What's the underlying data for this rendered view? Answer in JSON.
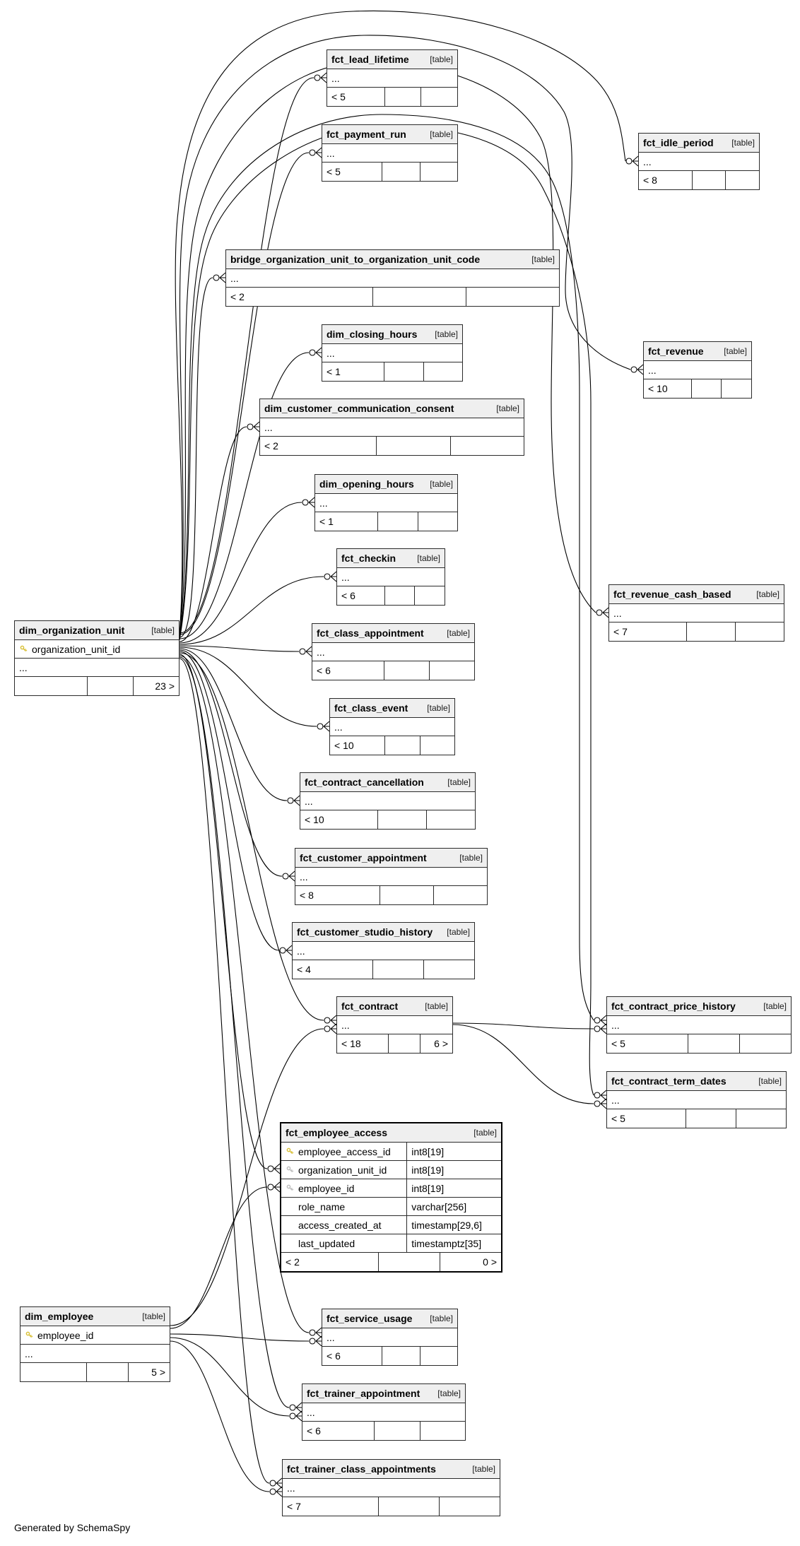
{
  "diagram": {
    "footer_note": "Generated by SchemaSpy"
  },
  "colors": {
    "primary_key": "#d9c13b",
    "foreign_key": "#bfbfbf"
  },
  "tables": [
    {
      "id": "fct_lead_lifetime",
      "name": "fct_lead_lifetime",
      "type_label": "[table]",
      "columns": [],
      "ellipsis": "...",
      "footer": [
        "< 5",
        "",
        ""
      ],
      "highlighted": false
    },
    {
      "id": "fct_payment_run",
      "name": "fct_payment_run",
      "type_label": "[table]",
      "columns": [],
      "ellipsis": "...",
      "footer": [
        "< 5",
        "",
        ""
      ],
      "highlighted": false
    },
    {
      "id": "fct_idle_period",
      "name": "fct_idle_period",
      "type_label": "[table]",
      "columns": [],
      "ellipsis": "...",
      "footer": [
        "< 8",
        "",
        ""
      ],
      "highlighted": false
    },
    {
      "id": "bridge_organization_unit_to_organization_unit_code",
      "name": "bridge_organization_unit_to_organization_unit_code",
      "type_label": "[table]",
      "columns": [],
      "ellipsis": "...",
      "footer": [
        "< 2",
        "",
        ""
      ],
      "highlighted": false
    },
    {
      "id": "dim_closing_hours",
      "name": "dim_closing_hours",
      "type_label": "[table]",
      "columns": [],
      "ellipsis": "...",
      "footer": [
        "< 1",
        "",
        ""
      ],
      "highlighted": false
    },
    {
      "id": "fct_revenue",
      "name": "fct_revenue",
      "type_label": "[table]",
      "columns": [],
      "ellipsis": "...",
      "footer": [
        "< 10",
        "",
        ""
      ],
      "highlighted": false
    },
    {
      "id": "dim_customer_communication_consent",
      "name": "dim_customer_communication_consent",
      "type_label": "[table]",
      "columns": [],
      "ellipsis": "...",
      "footer": [
        "< 2",
        "",
        ""
      ],
      "highlighted": false
    },
    {
      "id": "dim_opening_hours",
      "name": "dim_opening_hours",
      "type_label": "[table]",
      "columns": [],
      "ellipsis": "...",
      "footer": [
        "< 1",
        "",
        ""
      ],
      "highlighted": false
    },
    {
      "id": "fct_checkin",
      "name": "fct_checkin",
      "type_label": "[table]",
      "columns": [],
      "ellipsis": "...",
      "footer": [
        "< 6",
        "",
        ""
      ],
      "highlighted": false
    },
    {
      "id": "fct_revenue_cash_based",
      "name": "fct_revenue_cash_based",
      "type_label": "[table]",
      "columns": [],
      "ellipsis": "...",
      "footer": [
        "< 7",
        "",
        ""
      ],
      "highlighted": false
    },
    {
      "id": "dim_organization_unit",
      "name": "dim_organization_unit",
      "type_label": "[table]",
      "columns": [
        {
          "key": "primary",
          "name": "organization_unit_id",
          "type": ""
        }
      ],
      "ellipsis": "...",
      "footer": [
        "",
        "",
        "23 >"
      ],
      "highlighted": false
    },
    {
      "id": "fct_class_appointment",
      "name": "fct_class_appointment",
      "type_label": "[table]",
      "columns": [],
      "ellipsis": "...",
      "footer": [
        "< 6",
        "",
        ""
      ],
      "highlighted": false
    },
    {
      "id": "fct_class_event",
      "name": "fct_class_event",
      "type_label": "[table]",
      "columns": [],
      "ellipsis": "...",
      "footer": [
        "< 10",
        "",
        ""
      ],
      "highlighted": false
    },
    {
      "id": "fct_contract_cancellation",
      "name": "fct_contract_cancellation",
      "type_label": "[table]",
      "columns": [],
      "ellipsis": "...",
      "footer": [
        "< 10",
        "",
        ""
      ],
      "highlighted": false
    },
    {
      "id": "fct_customer_appointment",
      "name": "fct_customer_appointment",
      "type_label": "[table]",
      "columns": [],
      "ellipsis": "...",
      "footer": [
        "< 8",
        "",
        ""
      ],
      "highlighted": false
    },
    {
      "id": "fct_customer_studio_history",
      "name": "fct_customer_studio_history",
      "type_label": "[table]",
      "columns": [],
      "ellipsis": "...",
      "footer": [
        "< 4",
        "",
        ""
      ],
      "highlighted": false
    },
    {
      "id": "fct_contract",
      "name": "fct_contract",
      "type_label": "[table]",
      "columns": [],
      "ellipsis": "...",
      "footer": [
        "< 18",
        "",
        "6 >"
      ],
      "highlighted": false
    },
    {
      "id": "fct_contract_price_history",
      "name": "fct_contract_price_history",
      "type_label": "[table]",
      "columns": [],
      "ellipsis": "...",
      "footer": [
        "< 5",
        "",
        ""
      ],
      "highlighted": false
    },
    {
      "id": "fct_contract_term_dates",
      "name": "fct_contract_term_dates",
      "type_label": "[table]",
      "columns": [],
      "ellipsis": "...",
      "footer": [
        "< 5",
        "",
        ""
      ],
      "highlighted": false
    },
    {
      "id": "fct_employee_access",
      "name": "fct_employee_access",
      "type_label": "[table]",
      "columns": [
        {
          "key": "primary",
          "name": "employee_access_id",
          "type": "int8[19]"
        },
        {
          "key": "foreign",
          "name": "organization_unit_id",
          "type": "int8[19]"
        },
        {
          "key": "foreign",
          "name": "employee_id",
          "type": "int8[19]"
        },
        {
          "key": "",
          "name": "role_name",
          "type": "varchar[256]"
        },
        {
          "key": "",
          "name": "access_created_at",
          "type": "timestamp[29,6]"
        },
        {
          "key": "",
          "name": "last_updated",
          "type": "timestamptz[35]"
        }
      ],
      "ellipsis": "",
      "footer": [
        "< 2",
        "",
        "0 >"
      ],
      "highlighted": true
    },
    {
      "id": "dim_employee",
      "name": "dim_employee",
      "type_label": "[table]",
      "columns": [
        {
          "key": "primary",
          "name": "employee_id",
          "type": ""
        }
      ],
      "ellipsis": "...",
      "footer": [
        "",
        "",
        "5 >"
      ],
      "highlighted": false
    },
    {
      "id": "fct_service_usage",
      "name": "fct_service_usage",
      "type_label": "[table]",
      "columns": [],
      "ellipsis": "...",
      "footer": [
        "< 6",
        "",
        ""
      ],
      "highlighted": false
    },
    {
      "id": "fct_trainer_appointment",
      "name": "fct_trainer_appointment",
      "type_label": "[table]",
      "columns": [],
      "ellipsis": "...",
      "footer": [
        "< 6",
        "",
        ""
      ],
      "highlighted": false
    },
    {
      "id": "fct_trainer_class_appointments",
      "name": "fct_trainer_class_appointments",
      "type_label": "[table]",
      "columns": [],
      "ellipsis": "...",
      "footer": [
        "< 7",
        "",
        ""
      ],
      "highlighted": false
    }
  ],
  "relationships": [
    {
      "from": "dim_organization_unit",
      "to": "fct_lead_lifetime"
    },
    {
      "from": "dim_organization_unit",
      "to": "fct_payment_run"
    },
    {
      "from": "dim_organization_unit",
      "to": "fct_idle_period"
    },
    {
      "from": "dim_organization_unit",
      "to": "bridge_organization_unit_to_organization_unit_code"
    },
    {
      "from": "dim_organization_unit",
      "to": "dim_closing_hours"
    },
    {
      "from": "dim_organization_unit",
      "to": "fct_revenue"
    },
    {
      "from": "dim_organization_unit",
      "to": "dim_customer_communication_consent"
    },
    {
      "from": "dim_organization_unit",
      "to": "dim_opening_hours"
    },
    {
      "from": "dim_organization_unit",
      "to": "fct_checkin"
    },
    {
      "from": "dim_organization_unit",
      "to": "fct_revenue_cash_based"
    },
    {
      "from": "dim_organization_unit",
      "to": "fct_class_appointment"
    },
    {
      "from": "dim_organization_unit",
      "to": "fct_class_event"
    },
    {
      "from": "dim_organization_unit",
      "to": "fct_contract_cancellation"
    },
    {
      "from": "dim_organization_unit",
      "to": "fct_customer_appointment"
    },
    {
      "from": "dim_organization_unit",
      "to": "fct_customer_studio_history"
    },
    {
      "from": "dim_organization_unit",
      "to": "fct_contract"
    },
    {
      "from": "dim_organization_unit",
      "to": "fct_contract_price_history"
    },
    {
      "from": "dim_organization_unit",
      "to": "fct_contract_term_dates"
    },
    {
      "from": "dim_organization_unit",
      "to": "fct_employee_access"
    },
    {
      "from": "dim_organization_unit",
      "to": "fct_service_usage"
    },
    {
      "from": "dim_organization_unit",
      "to": "fct_trainer_appointment"
    },
    {
      "from": "dim_organization_unit",
      "to": "fct_trainer_class_appointments"
    },
    {
      "from": "dim_employee",
      "to": "fct_contract"
    },
    {
      "from": "dim_employee",
      "to": "fct_employee_access"
    },
    {
      "from": "dim_employee",
      "to": "fct_service_usage"
    },
    {
      "from": "dim_employee",
      "to": "fct_trainer_appointment"
    },
    {
      "from": "dim_employee",
      "to": "fct_trainer_class_appointments"
    },
    {
      "from": "fct_contract",
      "to": "fct_contract_price_history"
    },
    {
      "from": "fct_contract",
      "to": "fct_contract_term_dates"
    }
  ]
}
